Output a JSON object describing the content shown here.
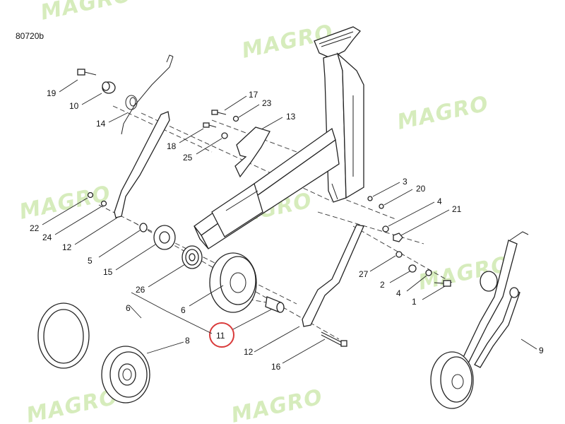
{
  "diagram_ref": "80720b",
  "watermark": "MAGRO",
  "highlight_color": "#d93a3a",
  "watermark_color": "#c9e6a6",
  "callouts": [
    {
      "id": "19",
      "label": "19"
    },
    {
      "id": "10",
      "label": "10"
    },
    {
      "id": "14",
      "label": "14"
    },
    {
      "id": "17",
      "label": "17"
    },
    {
      "id": "23",
      "label": "23"
    },
    {
      "id": "13",
      "label": "13"
    },
    {
      "id": "18",
      "label": "18"
    },
    {
      "id": "25",
      "label": "25"
    },
    {
      "id": "3",
      "label": "3"
    },
    {
      "id": "20",
      "label": "20"
    },
    {
      "id": "4a",
      "label": "4"
    },
    {
      "id": "21",
      "label": "21"
    },
    {
      "id": "22",
      "label": "22"
    },
    {
      "id": "24",
      "label": "24"
    },
    {
      "id": "12a",
      "label": "12"
    },
    {
      "id": "5",
      "label": "5"
    },
    {
      "id": "15",
      "label": "15"
    },
    {
      "id": "26",
      "label": "26"
    },
    {
      "id": "6a",
      "label": "6"
    },
    {
      "id": "6b",
      "label": "6"
    },
    {
      "id": "11",
      "label": "11",
      "highlighted": true
    },
    {
      "id": "8",
      "label": "8"
    },
    {
      "id": "12b",
      "label": "12"
    },
    {
      "id": "16",
      "label": "16"
    },
    {
      "id": "27",
      "label": "27"
    },
    {
      "id": "2",
      "label": "2"
    },
    {
      "id": "4b",
      "label": "4"
    },
    {
      "id": "1",
      "label": "1"
    },
    {
      "id": "9",
      "label": "9"
    }
  ]
}
